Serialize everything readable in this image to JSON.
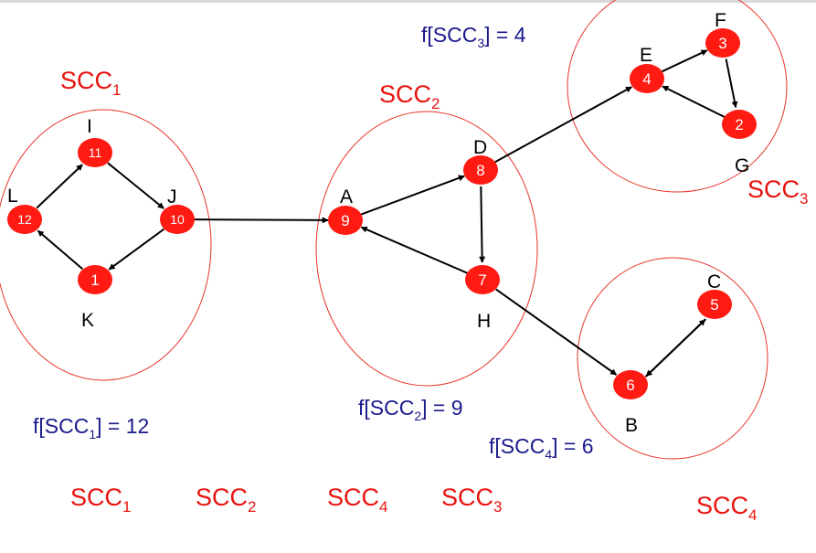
{
  "colors": {
    "node_fill": "#ff1a12",
    "ellipse_stroke": "#e8342a",
    "scc_label": "#e8130f",
    "finish_label": "#1a1a8c",
    "edge": "#000000"
  },
  "nodes": {
    "I": {
      "letter": "I",
      "number": "11"
    },
    "J": {
      "letter": "J",
      "number": "10"
    },
    "K": {
      "letter": "K",
      "number": "1"
    },
    "L": {
      "letter": "L",
      "number": "12"
    },
    "A": {
      "letter": "A",
      "number": "9"
    },
    "D": {
      "letter": "D",
      "number": "8"
    },
    "H": {
      "letter": "H",
      "number": "7"
    },
    "E": {
      "letter": "E",
      "number": "4"
    },
    "F": {
      "letter": "F",
      "number": "3"
    },
    "G": {
      "letter": "G",
      "number": "2"
    },
    "C": {
      "letter": "C",
      "number": "5"
    },
    "B": {
      "letter": "B",
      "number": "6"
    }
  },
  "edges": [
    {
      "from": "L",
      "to": "I"
    },
    {
      "from": "I",
      "to": "J"
    },
    {
      "from": "J",
      "to": "K"
    },
    {
      "from": "K",
      "to": "L"
    },
    {
      "from": "J",
      "to": "A"
    },
    {
      "from": "A",
      "to": "D"
    },
    {
      "from": "D",
      "to": "H"
    },
    {
      "from": "H",
      "to": "A"
    },
    {
      "from": "D",
      "to": "E"
    },
    {
      "from": "E",
      "to": "F"
    },
    {
      "from": "F",
      "to": "G"
    },
    {
      "from": "G",
      "to": "E"
    },
    {
      "from": "H",
      "to": "B"
    },
    {
      "from": "B",
      "to": "C"
    },
    {
      "from": "C",
      "to": "B"
    }
  ],
  "scc_labels": {
    "scc1": {
      "base": "SCC",
      "sub": "1"
    },
    "scc2": {
      "base": "SCC",
      "sub": "2"
    },
    "scc3": {
      "base": "SCC",
      "sub": "3"
    },
    "scc4": {
      "base": "SCC",
      "sub": "4"
    }
  },
  "finish_labels": {
    "scc3": {
      "pre": "f[SCC",
      "sub": "3",
      "post": "] = 4"
    },
    "scc2": {
      "pre": "f[SCC",
      "sub": "2",
      "post": "] = 9"
    },
    "scc1": {
      "pre": "f[SCC",
      "sub": "1",
      "post": "] = 12"
    },
    "scc4": {
      "pre": "f[SCC",
      "sub": "4",
      "post": "] = 6"
    }
  },
  "order_row": [
    {
      "base": "SCC",
      "sub": "1"
    },
    {
      "base": "SCC",
      "sub": "2"
    },
    {
      "base": "SCC",
      "sub": "4"
    },
    {
      "base": "SCC",
      "sub": "3"
    }
  ]
}
